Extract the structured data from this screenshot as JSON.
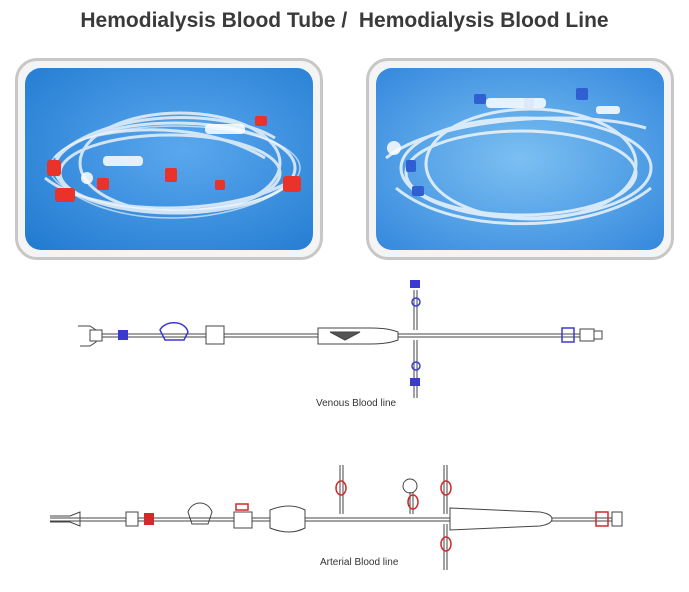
{
  "title": "Hemodialysis Blood Tube /  Hemodialysis Blood Line",
  "photos": [
    {
      "subject": "blood-line-tubing-red-connectors",
      "background_color": "#2f8ee0",
      "connector_color": "#e8322a"
    },
    {
      "subject": "blood-line-tubing-blue-connectors",
      "background_color": "#3d90e3",
      "connector_color": "#2f5fd0"
    }
  ],
  "diagrams": {
    "venous": {
      "caption": "Venous Blood line",
      "accent_color": "#3a3ad0"
    },
    "arterial": {
      "caption": "Arterial Blood line",
      "accent_color": "#d02a2a"
    }
  }
}
